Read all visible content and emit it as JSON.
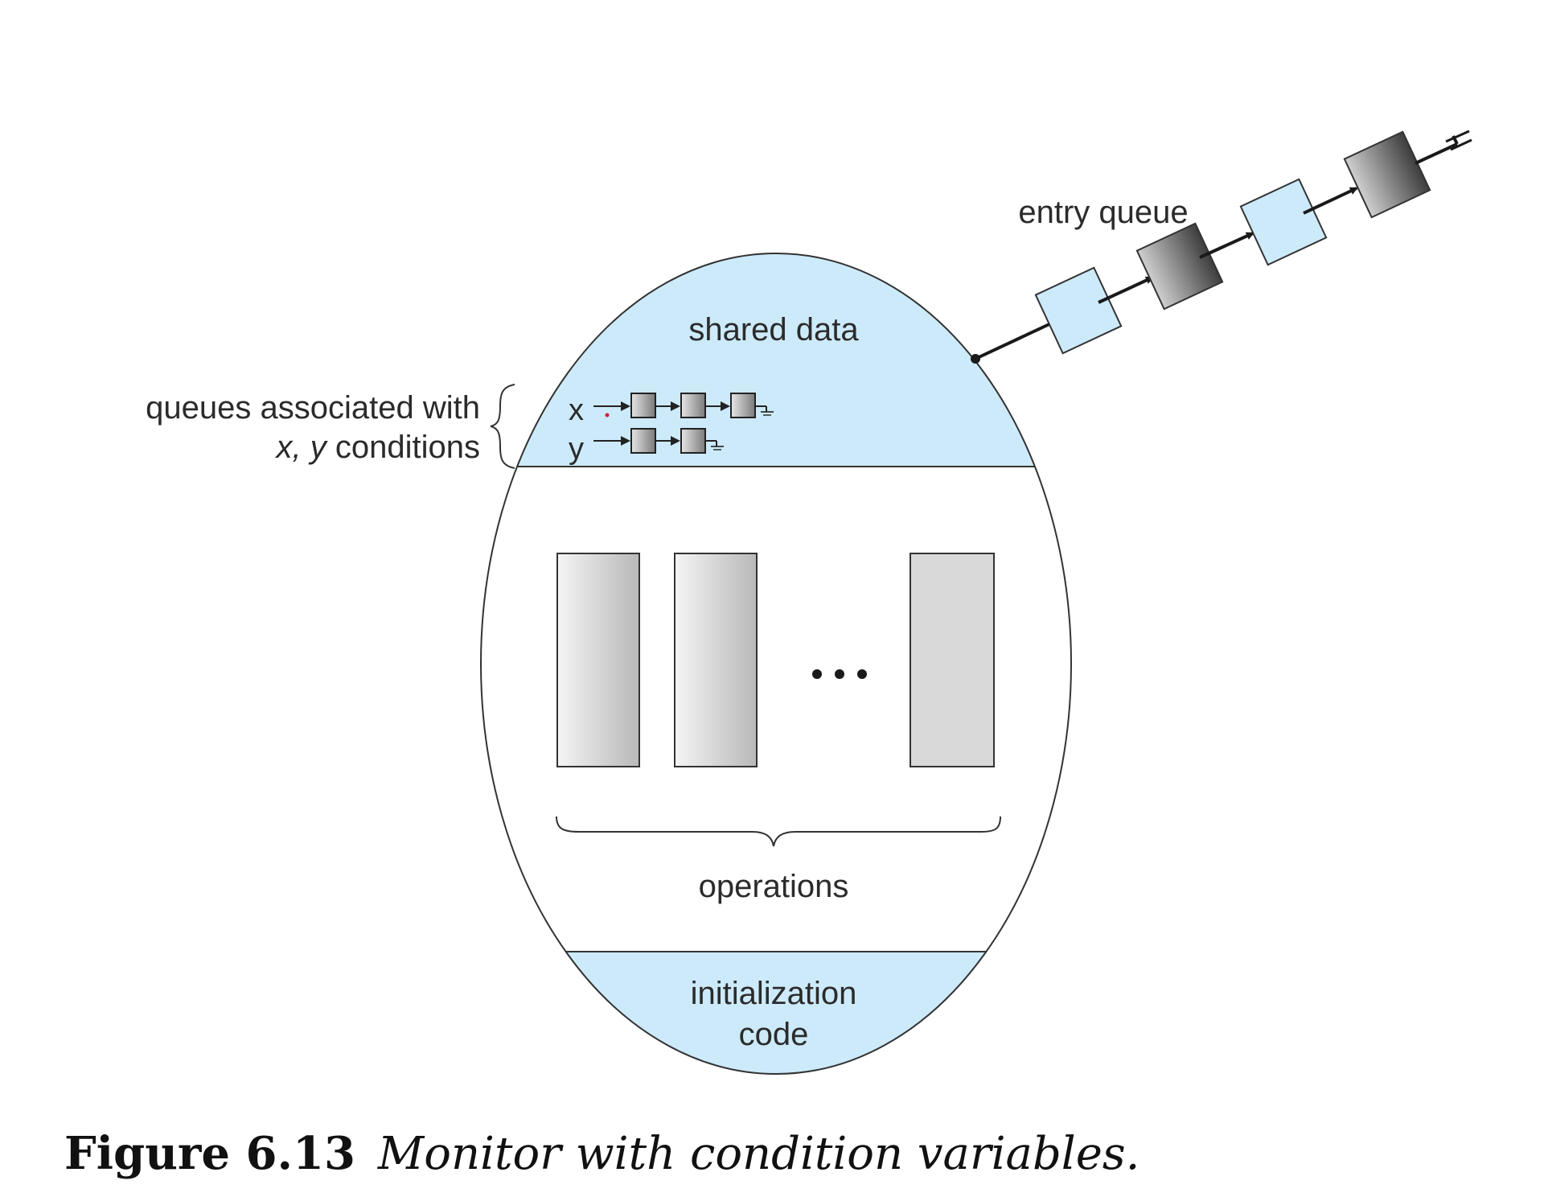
{
  "labels": {
    "entry_queue": "entry queue",
    "shared_data": "shared data",
    "queues_line1": "queues associated with",
    "queues_line2_vars": "x, y",
    "queues_line2_rest": " conditions",
    "x_var": "x",
    "y_var": "y",
    "operations": "operations",
    "init_line1": "initialization",
    "init_line2": "code",
    "ellipsis": "• • •"
  },
  "caption": {
    "number": "Figure 6.13",
    "text": "Monitor with condition variables."
  },
  "colors": {
    "region_fill": "#cdeafa",
    "outline": "#333333",
    "light_box": "#cdeafa",
    "dark_box": "#6b6b6b",
    "operation_box": "#d9d9d9"
  }
}
